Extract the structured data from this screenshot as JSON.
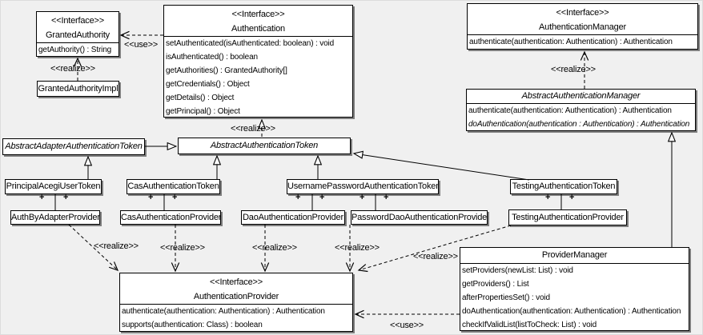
{
  "labels": {
    "use": "<<use>>",
    "realize": "<<realize>>",
    "plus": "+"
  },
  "classes": {
    "granted_authority": {
      "stereotype": "<<Interface>>",
      "name": "GrantedAuthority",
      "methods": [
        "getAuthority() : String"
      ]
    },
    "granted_authority_impl": {
      "name": "GrantedAuthorityImpl"
    },
    "authentication": {
      "stereotype": "<<Interface>>",
      "name": "Authentication",
      "methods": [
        "setAuthenticated(isAuthenticated: boolean) : void",
        "isAuthenticated() : boolean",
        "getAuthorities() : GrantedAuthority[]",
        "getCredentials() : Object",
        "getDetails() : Object",
        "getPrincipal() : Object"
      ]
    },
    "authentication_manager": {
      "stereotype": "<<Interface>>",
      "name": "AuthenticationManager",
      "methods": [
        "authenticate(authentication: Authentication) : Authentication"
      ]
    },
    "abstract_authentication_manager": {
      "name": "AbstractAuthenticationManager",
      "methods": [
        "authenticate(authentication: Authentication) : Authentication",
        "doAuthentication(authentication : Authentication) : Authentication"
      ]
    },
    "abstract_adapter_authentication_token": {
      "name": "AbstractAdapterAuthenticationToken"
    },
    "abstract_authentication_token": {
      "name": "AbstractAuthenticationToken"
    },
    "principal_acegi_user_token": {
      "name": "PrincipalAcegiUserToken"
    },
    "cas_authentication_token": {
      "name": "CasAuthenticationToken"
    },
    "username_password_authentication_token": {
      "name": "UsernamePasswordAuthenticationToken"
    },
    "testing_authentication_token": {
      "name": "TestingAuthenticationToken"
    },
    "auth_by_adapter_provider": {
      "name": "AuthByAdapterProvider"
    },
    "cas_authentication_provider": {
      "name": "CasAuthenticationProvider"
    },
    "dao_authentication_provider": {
      "name": "DaoAuthenticationProvider"
    },
    "password_dao_authentication_provider": {
      "name": "PasswordDaoAuthenticationProvider"
    },
    "testing_authentication_provider": {
      "name": "TestingAuthenticationProvider"
    },
    "authentication_provider": {
      "stereotype": "<<Interface>>",
      "name": "AuthenticationProvider",
      "methods": [
        "authenticate(authentication: Authentication) : Authentication",
        "supports(authentication: Class) : boolean"
      ]
    },
    "provider_manager": {
      "name": "ProviderManager",
      "methods": [
        "setProviders(newList: List) : void",
        "getProviders() : List",
        "afterPropertiesSet() : void",
        "doAuthentication(authentication: Authentication) : Authentication",
        "checkIfValidList(listToCheck: List) : void"
      ]
    }
  },
  "relationships": [
    {
      "from": "Authentication",
      "to": "GrantedAuthority",
      "type": "use"
    },
    {
      "from": "GrantedAuthorityImpl",
      "to": "GrantedAuthority",
      "type": "realize"
    },
    {
      "from": "AbstractAuthenticationToken",
      "to": "Authentication",
      "type": "realize"
    },
    {
      "from": "AbstractAuthenticationManager",
      "to": "AuthenticationManager",
      "type": "realize"
    },
    {
      "from": "AbstractAdapterAuthenticationToken",
      "to": "AbstractAuthenticationToken",
      "type": "generalization"
    },
    {
      "from": "PrincipalAcegiUserToken",
      "to": "AbstractAdapterAuthenticationToken",
      "type": "generalization"
    },
    {
      "from": "CasAuthenticationToken",
      "to": "AbstractAuthenticationToken",
      "type": "generalization"
    },
    {
      "from": "UsernamePasswordAuthenticationToken",
      "to": "AbstractAuthenticationToken",
      "type": "generalization"
    },
    {
      "from": "TestingAuthenticationToken",
      "to": "AbstractAuthenticationToken",
      "type": "generalization"
    },
    {
      "from": "ProviderManager",
      "to": "AbstractAuthenticationManager",
      "type": "generalization"
    },
    {
      "from": "PrincipalAcegiUserToken",
      "to": "AuthByAdapterProvider",
      "type": "association",
      "end_labels": [
        "+",
        "+"
      ]
    },
    {
      "from": "CasAuthenticationToken",
      "to": "CasAuthenticationProvider",
      "type": "association",
      "end_labels": [
        "+",
        "+"
      ]
    },
    {
      "from": "UsernamePasswordAuthenticationToken",
      "to": "DaoAuthenticationProvider",
      "type": "association",
      "end_labels": [
        "+",
        "+"
      ]
    },
    {
      "from": "UsernamePasswordAuthenticationToken",
      "to": "PasswordDaoAuthenticationProvider",
      "type": "association",
      "end_labels": [
        "+",
        "+"
      ]
    },
    {
      "from": "TestingAuthenticationToken",
      "to": "TestingAuthenticationProvider",
      "type": "association",
      "end_labels": [
        "+",
        "+"
      ]
    },
    {
      "from": "AuthByAdapterProvider",
      "to": "AuthenticationProvider",
      "type": "realize"
    },
    {
      "from": "CasAuthenticationProvider",
      "to": "AuthenticationProvider",
      "type": "realize"
    },
    {
      "from": "DaoAuthenticationProvider",
      "to": "AuthenticationProvider",
      "type": "realize"
    },
    {
      "from": "PasswordDaoAuthenticationProvider",
      "to": "AuthenticationProvider",
      "type": "realize"
    },
    {
      "from": "TestingAuthenticationProvider",
      "to": "AuthenticationProvider",
      "type": "realize"
    },
    {
      "from": "ProviderManager",
      "to": "AuthenticationProvider",
      "type": "use"
    }
  ],
  "colors": {
    "background": "#f0f0f0",
    "box_fill": "#ffffff",
    "line": "#000000",
    "shadow": "#7e7e7e"
  }
}
